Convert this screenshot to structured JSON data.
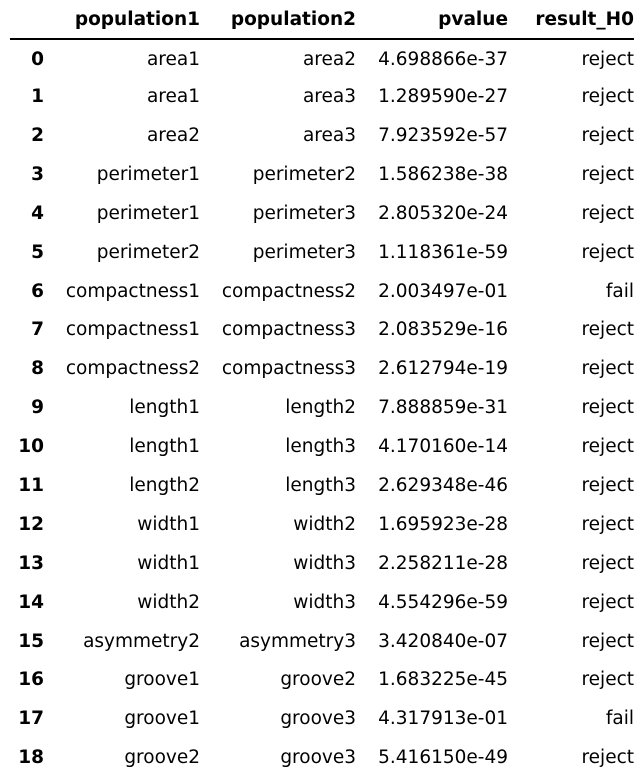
{
  "table": {
    "columns": [
      "",
      "population1",
      "population2",
      "pvalue",
      "result_H0"
    ],
    "rows": [
      {
        "index": "0",
        "population1": "area1",
        "population2": "area2",
        "pvalue": "4.698866e-37",
        "result_H0": "reject"
      },
      {
        "index": "1",
        "population1": "area1",
        "population2": "area3",
        "pvalue": "1.289590e-27",
        "result_H0": "reject"
      },
      {
        "index": "2",
        "population1": "area2",
        "population2": "area3",
        "pvalue": "7.923592e-57",
        "result_H0": "reject"
      },
      {
        "index": "3",
        "population1": "perimeter1",
        "population2": "perimeter2",
        "pvalue": "1.586238e-38",
        "result_H0": "reject"
      },
      {
        "index": "4",
        "population1": "perimeter1",
        "population2": "perimeter3",
        "pvalue": "2.805320e-24",
        "result_H0": "reject"
      },
      {
        "index": "5",
        "population1": "perimeter2",
        "population2": "perimeter3",
        "pvalue": "1.118361e-59",
        "result_H0": "reject"
      },
      {
        "index": "6",
        "population1": "compactness1",
        "population2": "compactness2",
        "pvalue": "2.003497e-01",
        "result_H0": "fail"
      },
      {
        "index": "7",
        "population1": "compactness1",
        "population2": "compactness3",
        "pvalue": "2.083529e-16",
        "result_H0": "reject"
      },
      {
        "index": "8",
        "population1": "compactness2",
        "population2": "compactness3",
        "pvalue": "2.612794e-19",
        "result_H0": "reject"
      },
      {
        "index": "9",
        "population1": "length1",
        "population2": "length2",
        "pvalue": "7.888859e-31",
        "result_H0": "reject"
      },
      {
        "index": "10",
        "population1": "length1",
        "population2": "length3",
        "pvalue": "4.170160e-14",
        "result_H0": "reject"
      },
      {
        "index": "11",
        "population1": "length2",
        "population2": "length3",
        "pvalue": "2.629348e-46",
        "result_H0": "reject"
      },
      {
        "index": "12",
        "population1": "width1",
        "population2": "width2",
        "pvalue": "1.695923e-28",
        "result_H0": "reject"
      },
      {
        "index": "13",
        "population1": "width1",
        "population2": "width3",
        "pvalue": "2.258211e-28",
        "result_H0": "reject"
      },
      {
        "index": "14",
        "population1": "width2",
        "population2": "width3",
        "pvalue": "4.554296e-59",
        "result_H0": "reject"
      },
      {
        "index": "15",
        "population1": "asymmetry2",
        "population2": "asymmetry3",
        "pvalue": "3.420840e-07",
        "result_H0": "reject"
      },
      {
        "index": "16",
        "population1": "groove1",
        "population2": "groove2",
        "pvalue": "1.683225e-45",
        "result_H0": "reject"
      },
      {
        "index": "17",
        "population1": "groove1",
        "population2": "groove3",
        "pvalue": "4.317913e-01",
        "result_H0": "fail"
      },
      {
        "index": "18",
        "population1": "groove2",
        "population2": "groove3",
        "pvalue": "5.416150e-49",
        "result_H0": "reject"
      }
    ]
  }
}
